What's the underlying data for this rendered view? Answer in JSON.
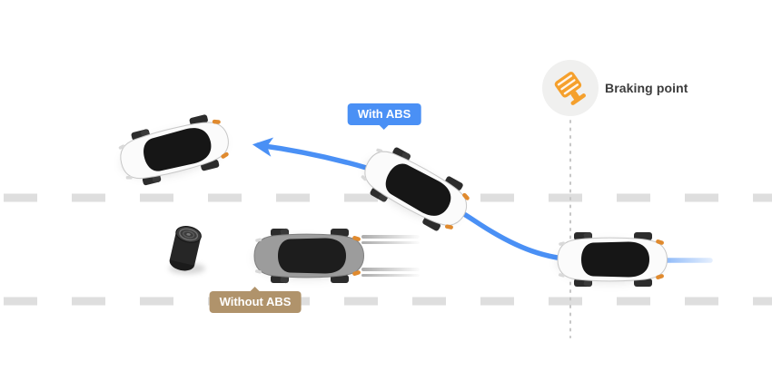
{
  "diagram": {
    "labels": {
      "with_abs": "With ABS",
      "without_abs": "Without ABS",
      "braking_point": "Braking point"
    },
    "colors": {
      "abs_blue": "#4A90F5",
      "without_abs_tan": "#B0936B",
      "pedal_orange": "#F5A02C",
      "lane_dash_gray": "#DEDEDE"
    },
    "icons": {
      "brake_pedal": "brake-pedal-icon"
    }
  }
}
